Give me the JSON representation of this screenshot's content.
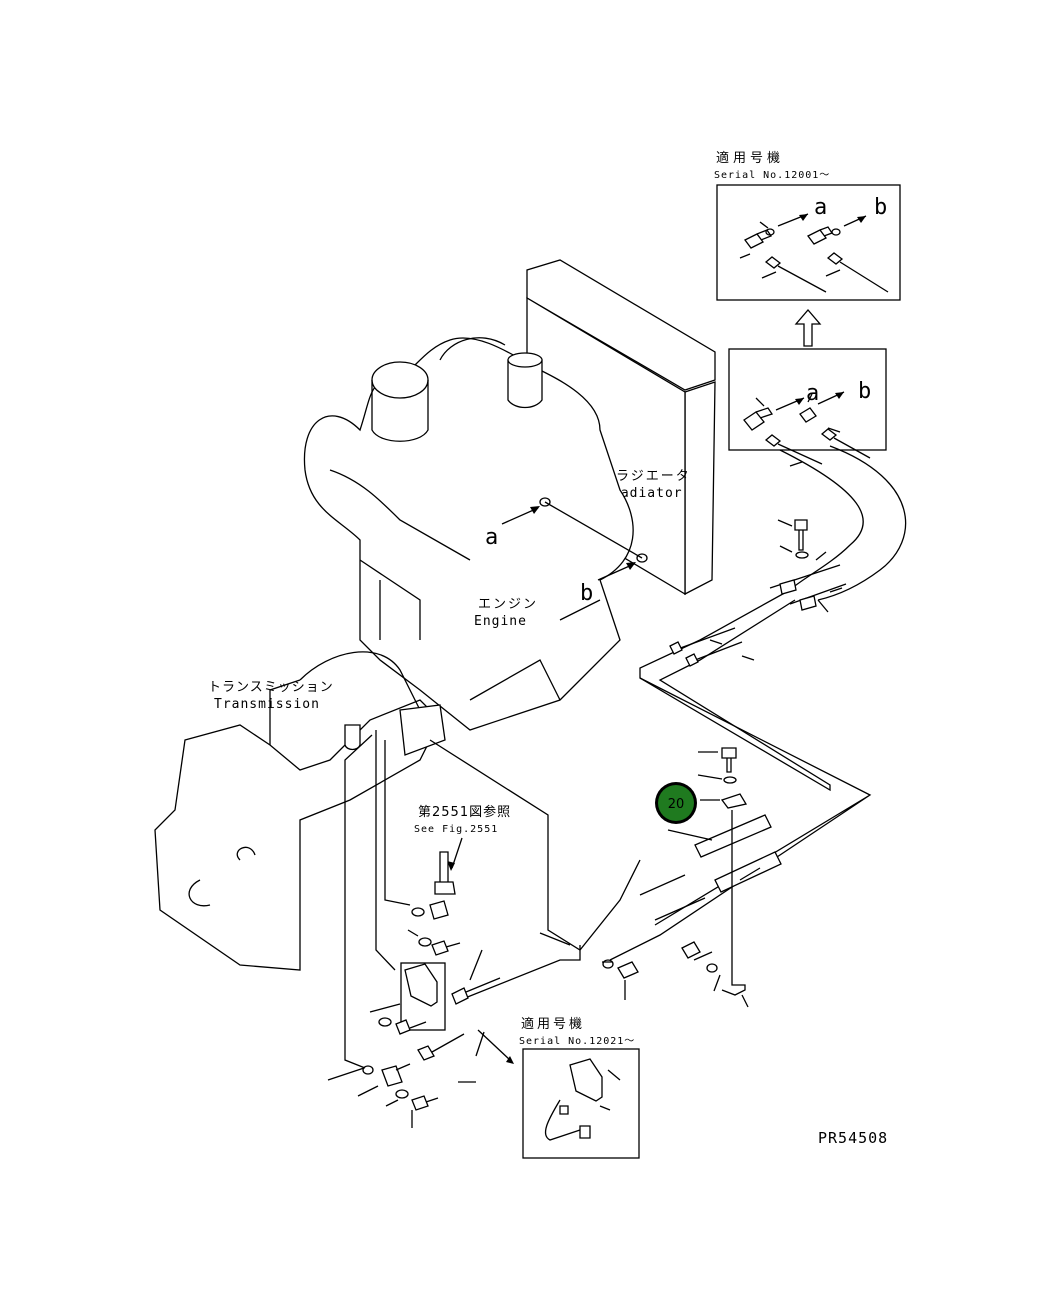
{
  "inset_top": {
    "title_jp": "適用号機",
    "serial": "Serial No.12001～",
    "label_a": "a",
    "label_b": "b"
  },
  "inset_mid": {
    "label_a": "a",
    "label_b": "b"
  },
  "inset_bottom": {
    "title_jp": "適用号機",
    "serial": "Serial No.12021～"
  },
  "radiator": {
    "jp": "ラジエータ",
    "en": "Radiator"
  },
  "engine": {
    "jp": "エンジン",
    "en": "Engine"
  },
  "transmission": {
    "jp": "トランスミッション",
    "en": "Transmission"
  },
  "reference": {
    "jp": "第2551図参照",
    "en": "See Fig.2551"
  },
  "ports": {
    "a": "a",
    "b": "b"
  },
  "part_badge": {
    "number": "20",
    "color": "#1f7a1f"
  },
  "drawing_number": "PR54508"
}
